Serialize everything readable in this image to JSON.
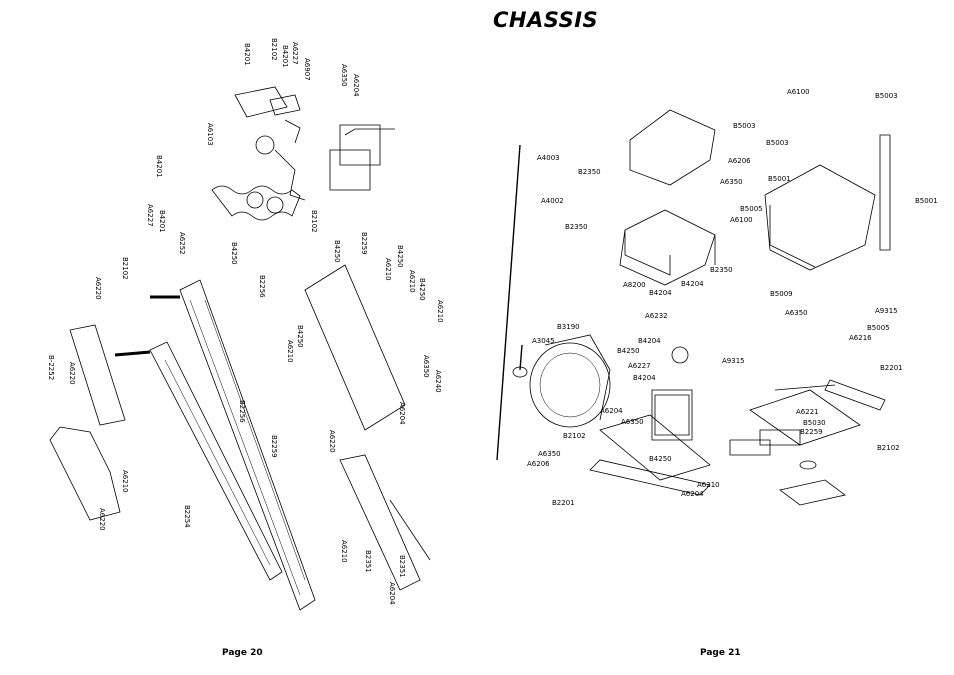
{
  "header": {
    "title": "CHASSIS"
  },
  "footer": {
    "left_page": "Page 20",
    "right_page": "Page 21"
  },
  "left_labels": [
    "B4201",
    "B2102",
    "B4201",
    "A6227",
    "A6907",
    "A6350",
    "A6204",
    "A6103",
    "B4201",
    "A6227",
    "B4201",
    "A6252",
    "B4250",
    "B2102",
    "B2102",
    "B2256",
    "A6220",
    "B-2252",
    "A6220",
    "A6210",
    "A6220",
    "B2254",
    "B2256",
    "B2259",
    "B4250",
    "B2259",
    "B4250",
    "A6210",
    "B4250",
    "A6210",
    "B4250",
    "A6210",
    "A6240",
    "A6350",
    "A6204",
    "A6220",
    "A6210",
    "B2351",
    "B2351",
    "A6210",
    "A6204"
  ],
  "right_labels": [
    "A6100",
    "B5003",
    "B5003",
    "B5003",
    "A4003",
    "A6206",
    "A6350",
    "B5001",
    "B2350",
    "A4002",
    "B5005",
    "A6100",
    "B5001",
    "B2350",
    "B2350",
    "A8200",
    "B4204",
    "B4204",
    "B5009",
    "A6350",
    "A9315",
    "A6232",
    "B5005",
    "B3190",
    "A6216",
    "A3045",
    "B4204",
    "B4250",
    "A9315",
    "A6227",
    "B4204",
    "B2201",
    "A6204",
    "A6221",
    "A6350",
    "B5030",
    "B2102",
    "B2259",
    "A6350",
    "A6206",
    "B2102",
    "B4250",
    "A6210",
    "A6204",
    "B2201"
  ]
}
